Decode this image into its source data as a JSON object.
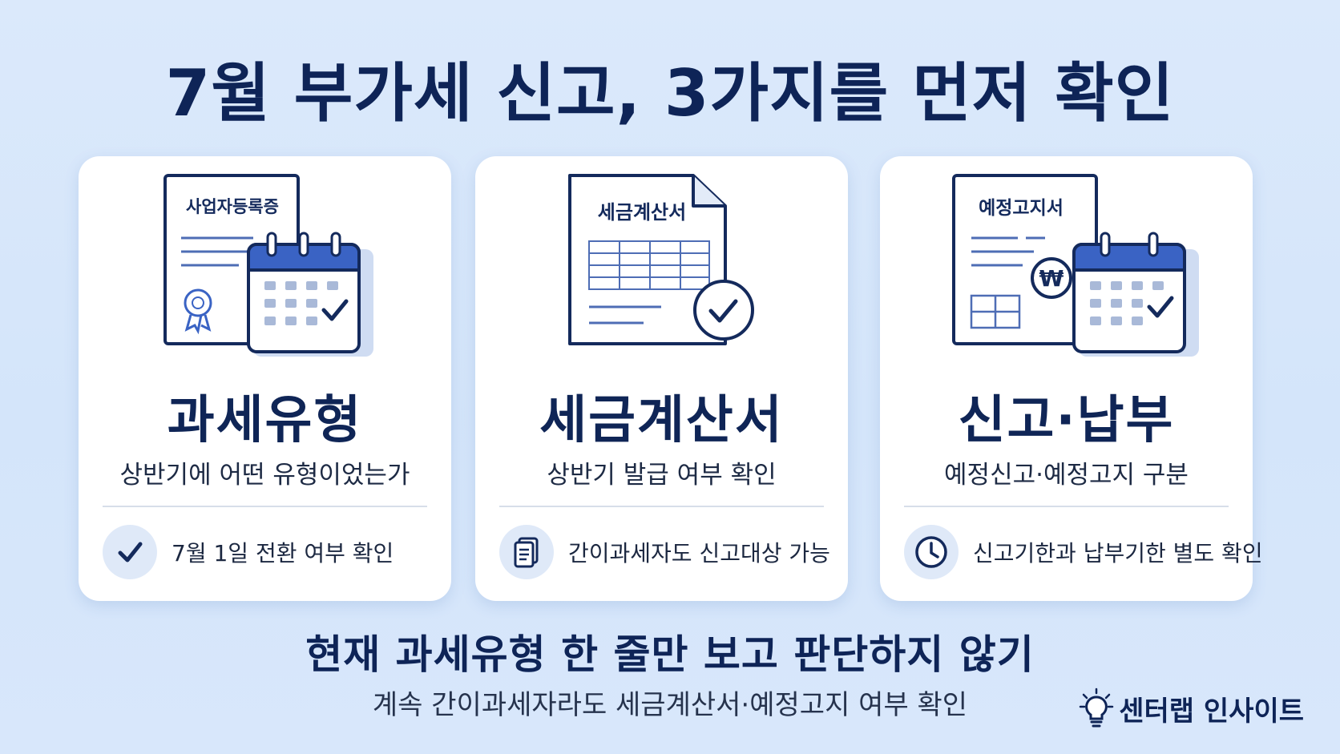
{
  "title": "7월 부가세 신고, 3가지를 먼저 확인",
  "cards": [
    {
      "doc_label": "사업자등록증",
      "heading": "과세유형",
      "subtitle": "상반기에 어떤 유형이었는가",
      "footer_icon": "check-icon",
      "footer_text": "7월 1일 전환 여부 확인"
    },
    {
      "doc_label": "세금계산서",
      "heading": "세금계산서",
      "subtitle": "상반기 발급 여부 확인",
      "footer_icon": "document-icon",
      "footer_text": "간이과세자도 신고대상 가능"
    },
    {
      "doc_label": "예정고지서",
      "heading": "신고·납부",
      "subtitle": "예정신고·예정고지 구분",
      "footer_icon": "clock-icon",
      "footer_text": "신고기한과 납부기한 별도 확인",
      "currency_symbol": "₩"
    }
  ],
  "bottom": {
    "title": "현재 과세유형 한 줄만 보고 판단하지 않기",
    "subtitle": "계속 간이과세자라도 세금계산서·예정고지 여부 확인"
  },
  "brand": {
    "name": "센터랩 인사이트",
    "icon": "lightbulb-icon"
  },
  "colors": {
    "navy": "#0e2457",
    "accent_blue": "#3a63c4",
    "background": "#d6e6fa"
  }
}
